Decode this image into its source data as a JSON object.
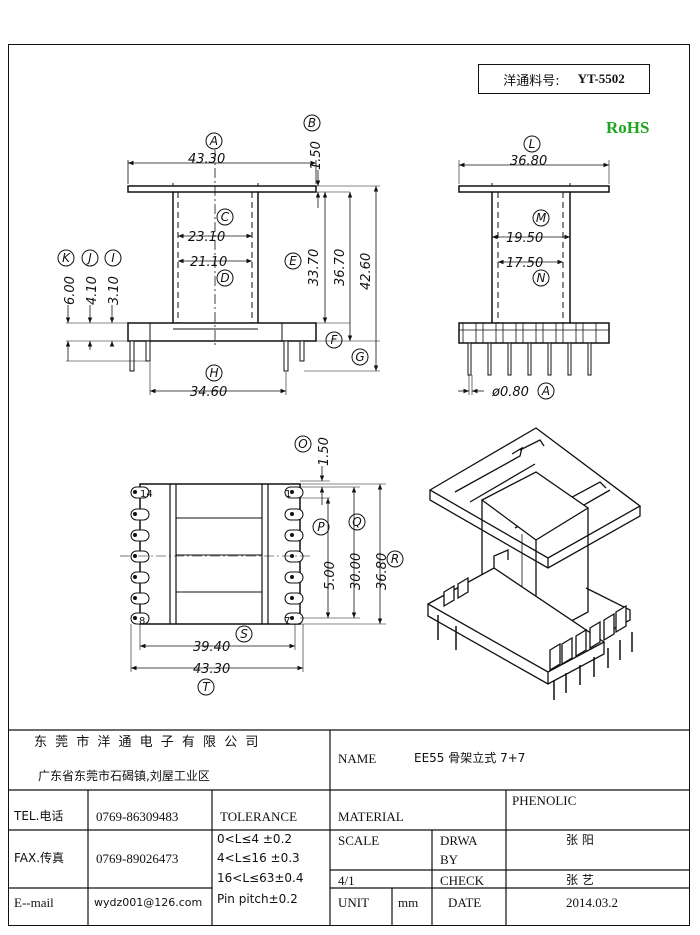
{
  "part_box": {
    "label": "洋通料号:",
    "value": "YT-5502"
  },
  "rohs": "RoHS",
  "front_view": {
    "markers": [
      "A",
      "B",
      "C",
      "D",
      "E",
      "F",
      "G",
      "H",
      "K",
      "J",
      "I"
    ],
    "dims": {
      "A": "43.30",
      "B": "1.50",
      "C": "23.10",
      "D": "21.10",
      "E": "33.70",
      "v1": "36.70",
      "v2": "42.60",
      "H": "34.60",
      "K": "6.00",
      "J": "4.10",
      "I": "3.10"
    }
  },
  "side_view": {
    "markers": [
      "L",
      "M",
      "N",
      "A"
    ],
    "dims": {
      "L": "36.80",
      "M": "19.50",
      "N": "17.50",
      "pin": "ø0.80"
    }
  },
  "bottom_view": {
    "markers": [
      "O",
      "P",
      "Q",
      "R",
      "S",
      "T"
    ],
    "dims": {
      "O": "1.50",
      "P": "5.00",
      "Q": "30.00",
      "R": "36.80",
      "S": "39.40",
      "T": "43.30"
    },
    "pin_labels": {
      "tl": "14",
      "tr": "1",
      "bl": "8",
      "br": "7"
    }
  },
  "title_block": {
    "company": "东 莞 市 洋 通 电 子 有 限 公 司",
    "address": "广东省东莞市石碣镇,刘屋工业区",
    "name_label": "NAME",
    "name_value": "EE55 骨架立式 7+7",
    "tel_label": "TEL.电话",
    "tel_value": "0769-86309483",
    "tolerance_label": "TOLERANCE",
    "material_label": "MATERIAL",
    "material_value": "PHENOLIC",
    "fax_label": "FAX.传真",
    "fax_value": "0769-89026473",
    "tol1": "0<L≤4   ±0.2",
    "tol2": "4<L≤16  ±0.3",
    "tol3": "16<L≤63±0.4",
    "tol4": "Pin pitch±0.2",
    "scale_label": "SCALE",
    "scale_value": "4/1",
    "drawn_label1": "DRWA",
    "drawn_label2": "BY",
    "drawn_value": "张  阳",
    "check_label": "CHECK",
    "check_value": "张  艺",
    "email_label": "E--mail",
    "email_value": "wydz001@126.com",
    "unit_label": "UNIT",
    "unit_value": "mm",
    "date_label": "DATE",
    "date_value": "2014.03.2"
  }
}
